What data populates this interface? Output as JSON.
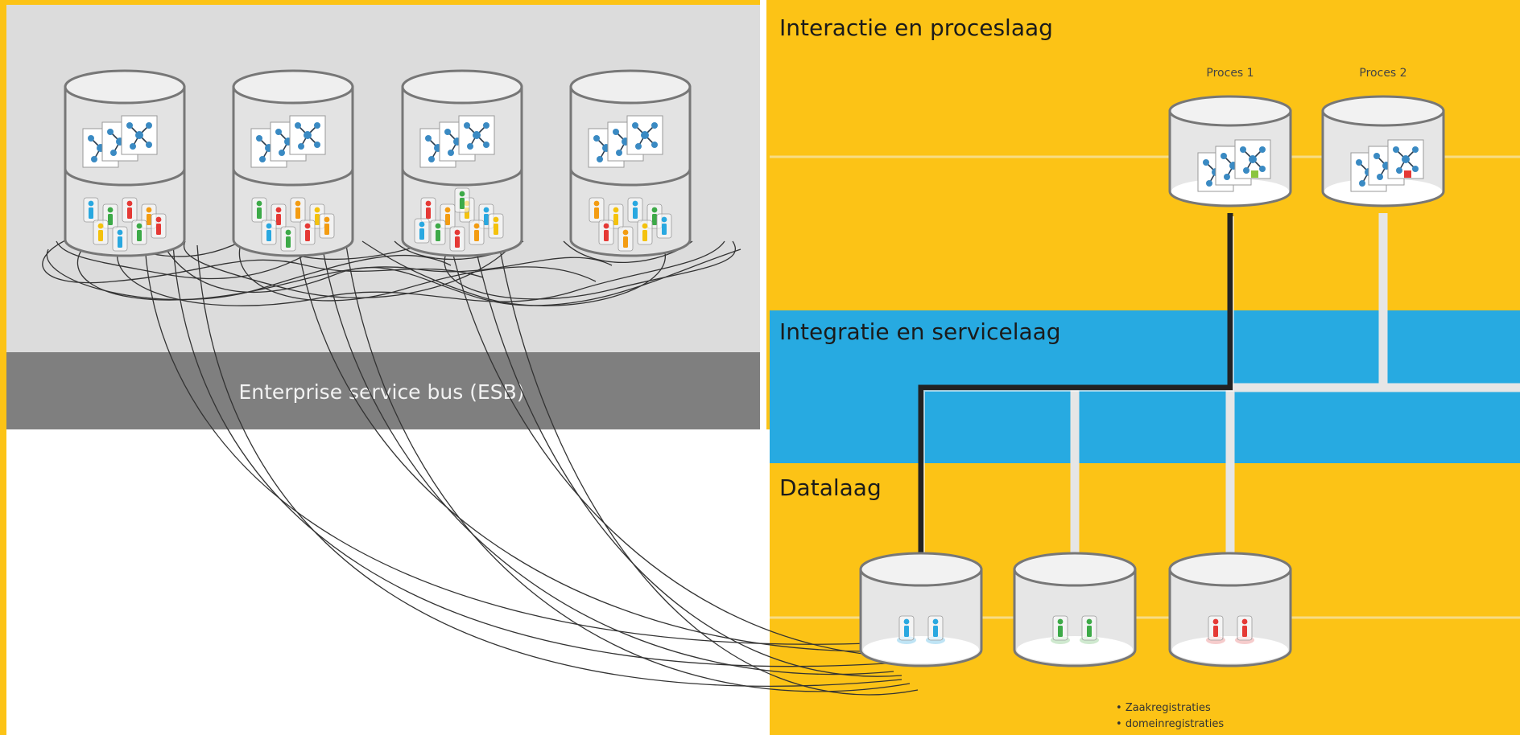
{
  "left_panel": {
    "esb_label": "Enterprise service bus (ESB)"
  },
  "layers": {
    "interaction": "Interactie en proceslaag",
    "integration": "Integratie en servicelaag",
    "data": "Datalaag"
  },
  "processes": [
    {
      "label": "Proces 1",
      "marker_color": "#8ac43f"
    },
    {
      "label": "Proces 2",
      "marker_color": "#e53935"
    }
  ],
  "data_stores": [
    {
      "person_color": "#29a8e0",
      "base_color": "#bfe4f5"
    },
    {
      "person_color": "#3daa48",
      "base_color": "#cfe9cf"
    },
    {
      "person_color": "#e53935",
      "base_color": "#f6cccc"
    }
  ],
  "registrations": [
    "Zaakregistraties",
    "domeinregistraties"
  ],
  "colors": {
    "frame_yellow": "#fcc316",
    "panel_grey": "#dcdcdc",
    "esb_bar": "#7f7f7f",
    "service_blue": "#27aae1",
    "active_link": "#222222",
    "inactive_link": "#e6e6e6"
  }
}
